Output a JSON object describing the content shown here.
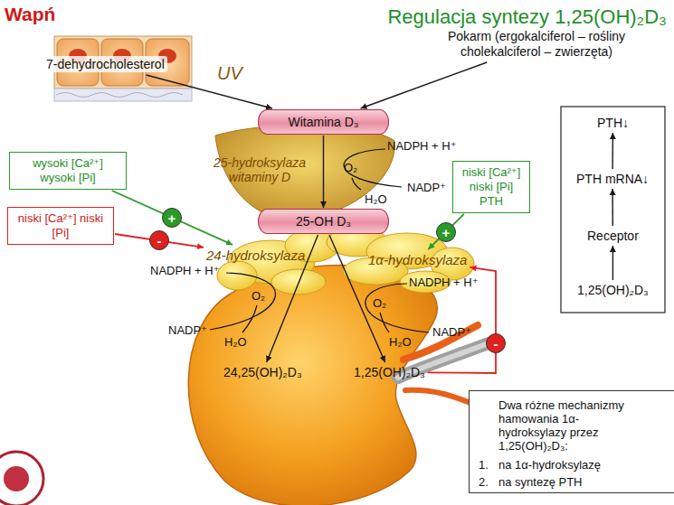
{
  "diagram": {
    "title": "Regulacja syntezy 1,25(OH)₂D₃",
    "nodes": [
      {
        "text": [
          "7-dehydrocholesterol"
        ]
      },
      {
        "text": [
          "Pokarm (ergokalciferol – rośliny cholekalciferol – zwierzęta)"
        ]
      },
      {
        "text": [
          "Witamina D₃"
        ]
      },
      {
        "text": [
          "25-hydroksylaza witaminy D"
        ]
      },
      {
        "text": [
          "25-OH D₃"
        ]
      },
      {
        "text": [
          "wysoki [Ca²⁺] wysoki [Pi]"
        ]
      },
      {
        "text": [
          "niski [Ca²⁺] niski [Pi]"
        ]
      },
      {
        "text": [
          "niski [Ca²⁺] niski [Pi] PTH"
        ]
      },
      {
        "text": [
          "24-hydroksylaza"
        ]
      },
      {
        "text": [
          "1α-hydroksylaza"
        ]
      },
      {
        "text": [
          "24,25(OH)₂D₃"
        ]
      },
      {
        "text": [
          "1,25(OH)₂D₃"
        ]
      },
      {
        "text": [
          "PTH↓"
        ]
      },
      {
        "text": [
          "PTH mRNA↓"
        ]
      },
      {
        "text": [
          "Receptor"
        ]
      },
      {
        "text": [
          "1,25(OH)₂D₃"
        ]
      },
      {
        "text": [
          "Dwa różne mechanizmy hamowania 1α-hydroksylazy przez 1,25(OH)₂D₃:",
          "1.",
          "na 1α-hydroksylazę",
          "2.",
          "na syntezę PTH"
        ]
      }
    ],
    "edges": [
      {
        "from": 0,
        "to": 2,
        "arrow": "to"
      },
      {
        "from": 1,
        "to": 2,
        "arrow": "to"
      },
      {
        "from": 2,
        "to": 4,
        "arrow": "to"
      },
      {
        "from": 4,
        "to": 10,
        "arrow": "to"
      },
      {
        "from": 4,
        "to": 11,
        "arrow": "to"
      },
      {
        "from": 5,
        "to": 8,
        "arrow": "to",
        "label": "+"
      },
      {
        "from": 6,
        "to": 8,
        "arrow": "to",
        "label": "-"
      },
      {
        "from": 7,
        "to": 9,
        "arrow": "to",
        "label": "+"
      },
      {
        "from": 11,
        "to": 9,
        "arrow": "to",
        "label": "-"
      },
      {
        "from": 15,
        "to": 14,
        "arrow": "to"
      },
      {
        "from": 14,
        "to": 13,
        "arrow": "to"
      },
      {
        "from": 13,
        "to": 12,
        "arrow": "to"
      }
    ],
    "labels": [
      "Wapń",
      "UV",
      "NADPH + H⁺",
      "O₂",
      "NADP⁺",
      "H₂O",
      "NADPH + H⁺",
      "O₂",
      "NADP⁺",
      "H₂O",
      "NADPH + H⁺",
      "O₂",
      "H₂O",
      "NADP⁺"
    ]
  }
}
